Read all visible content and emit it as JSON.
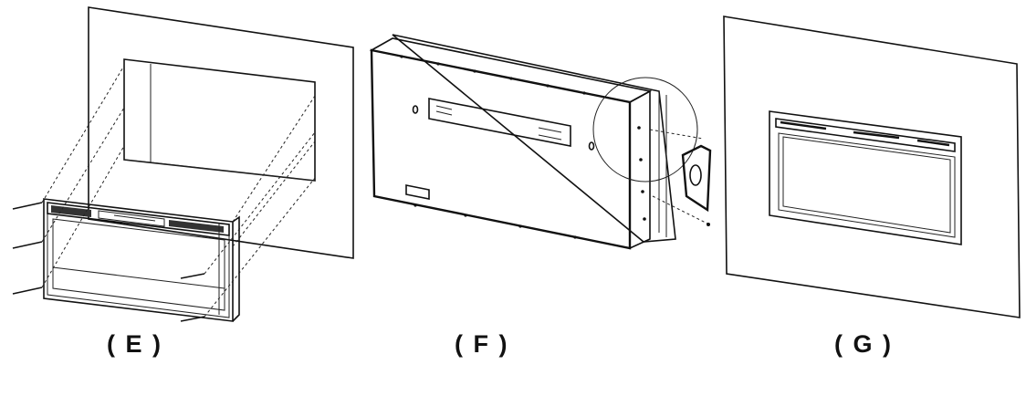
{
  "figure": {
    "panels": [
      {
        "id": "E",
        "label": "( E )",
        "content": "firebox inserted into wall opening with mounting screws"
      },
      {
        "id": "F",
        "label": "( F )",
        "content": "rear view of unit with side bracket detail"
      },
      {
        "id": "G",
        "label": "( G )",
        "content": "unit installed flush in wall"
      }
    ]
  }
}
